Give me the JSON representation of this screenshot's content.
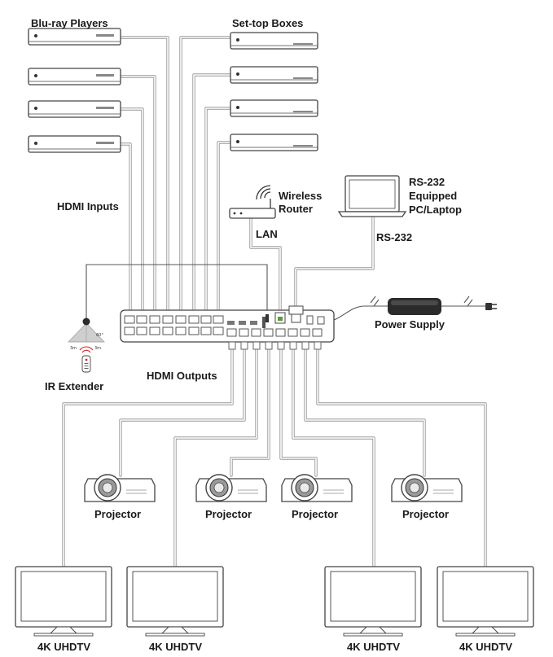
{
  "labels": {
    "bluray_players": "Blu-ray Players",
    "settop_boxes": "Set-top Boxes",
    "hdmi_inputs": "HDMI Inputs",
    "wireless_router": [
      "Wireless",
      "Router"
    ],
    "lan": "LAN",
    "rs232_pc": [
      "RS-232",
      "Equipped",
      "PC/Laptop"
    ],
    "rs232": "RS-232",
    "power_supply": "Power Supply",
    "hdmi_outputs": "HDMI Outputs",
    "ir_extender": "IR Extender",
    "projector": "Projector",
    "uhdtv": "4K UHDTV",
    "ir_angle": "60°",
    "ir_range": "3m"
  },
  "colors": {
    "ir_led": "#d62828",
    "cable_outline": "#999999",
    "device_stroke": "#444444"
  }
}
